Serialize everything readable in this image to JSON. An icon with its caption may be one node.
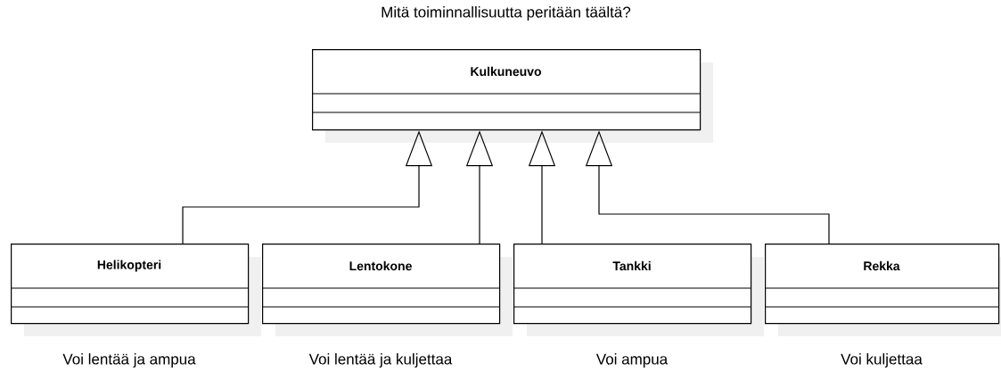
{
  "diagram": {
    "nodes": [
      {
        "text": [
          "Kulkuneuvo"
        ],
        "beside": [
          "Mitä toiminnallisuutta peritään täältä?"
        ]
      },
      {
        "text": [
          "Helikopteri"
        ],
        "beside": [
          "Voi lentää ja ampua"
        ]
      },
      {
        "text": [
          "Lentokone"
        ],
        "beside": [
          "Voi lentää ja kuljettaa"
        ]
      },
      {
        "text": [
          "Tankki"
        ],
        "beside": [
          "Voi ampua"
        ]
      },
      {
        "text": [
          "Rekka"
        ],
        "beside": [
          "Voi kuljettaa"
        ]
      }
    ],
    "edges": [
      {
        "from": 1,
        "to": 0,
        "arrow": "to"
      },
      {
        "from": 2,
        "to": 0,
        "arrow": "to"
      },
      {
        "from": 3,
        "to": 0,
        "arrow": "to"
      },
      {
        "from": 4,
        "to": 0,
        "arrow": "to"
      }
    ]
  }
}
